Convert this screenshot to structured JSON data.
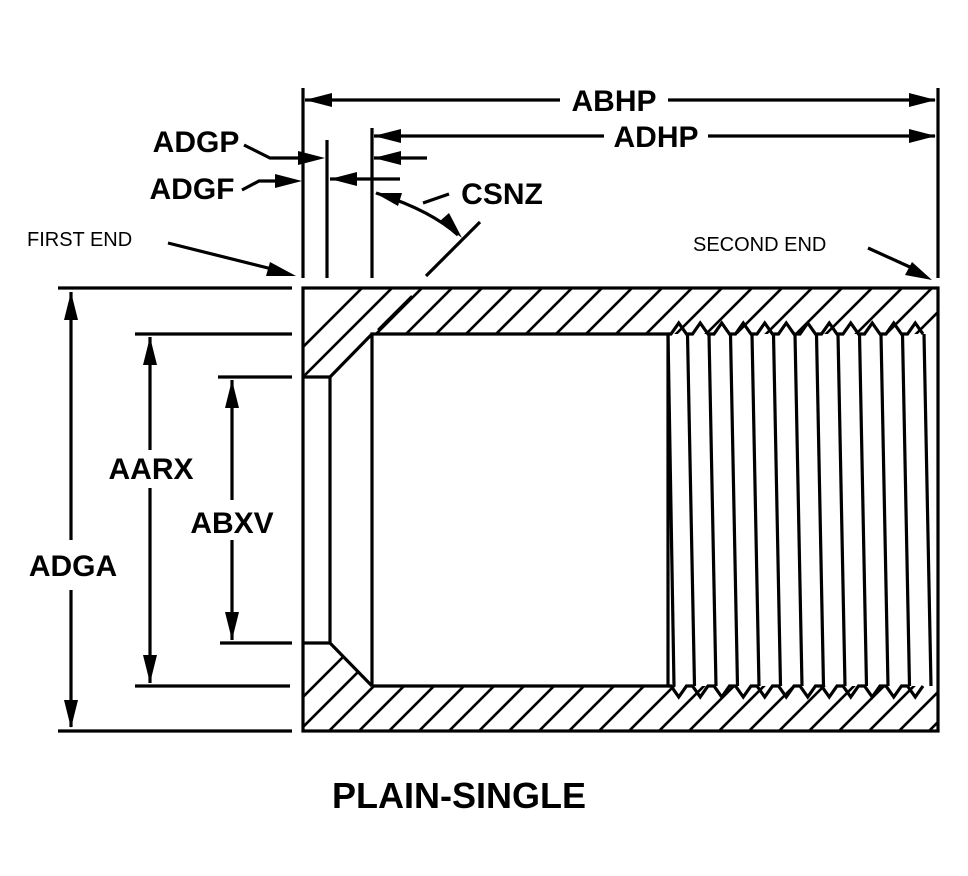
{
  "diagram": {
    "caption": "PLAIN-SINGLE",
    "end_labels": {
      "first_end": "FIRST END",
      "second_end": "SECOND END"
    },
    "dimensions": {
      "overall_length": "ABHP",
      "bore_length": "ADHP",
      "counterbore_depth_outer": "ADGP",
      "counterbore_depth_inner": "ADGF",
      "chamfer_angle": "CSNZ",
      "outside_diameter": "ADGA",
      "bore_diameter": "AARX",
      "counterbore_diameter": "ABXV"
    },
    "colors": {
      "ink": "#000000",
      "background": "#ffffff"
    }
  }
}
